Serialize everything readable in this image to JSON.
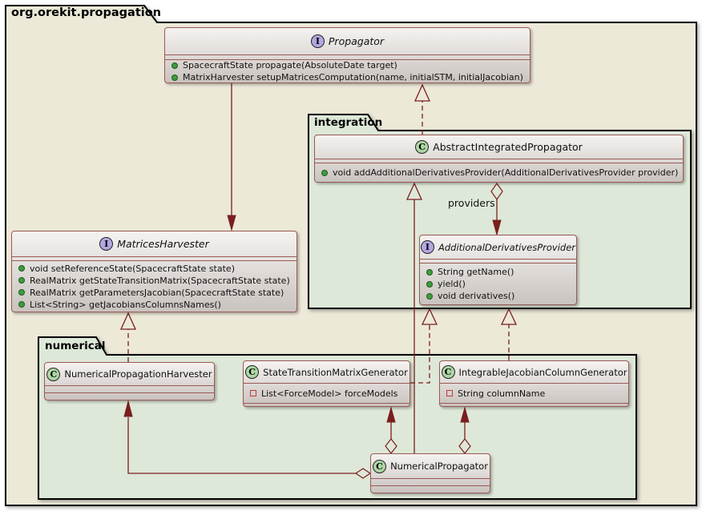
{
  "colors": {
    "page_bg": "#FFFFFF",
    "outer_package_bg": "#ECE9D8",
    "inner_package_bg": "#DEE8D8",
    "package_border": "#000000",
    "class_border": "#9A5A55",
    "class_bg_top": "#F5F2F0",
    "class_bg_bottom": "#C9C3BF",
    "relation": "#7B1E1E",
    "interface_icon_bg": "#B4A7E2",
    "class_icon_bg": "#ADD6A5",
    "method_marker": "#3E9C3E",
    "field_marker_border": "#C03A3A"
  },
  "packages": {
    "root": {
      "label": "org.orekit.propagation"
    },
    "integration": {
      "label": "integration"
    },
    "numerical": {
      "label": "numerical"
    }
  },
  "icons": {
    "interface_letter": "I",
    "class_letter": "C"
  },
  "classes": {
    "propagator": {
      "kind": "interface",
      "name": "Propagator",
      "methods": [
        "SpacecraftState propagate(AbsoluteDate target)",
        "MatrixHarvester setupMatricesComputation(name, initialSTM, initialJacobian)"
      ]
    },
    "matrices_harvester": {
      "kind": "interface",
      "name": "MatricesHarvester",
      "methods": [
        "void setReferenceState(SpacecraftState state)",
        "RealMatrix getStateTransitionMatrix(SpacecraftState state)",
        "RealMatrix getParametersJacobian(SpacecraftState state)",
        "List<String> getJacobiansColumnsNames()"
      ]
    },
    "abstract_integrated_propagator": {
      "kind": "class",
      "name": "AbstractIntegratedPropagator",
      "methods": [
        "void addAdditionalDerivativesProvider(AdditionalDerivativesProvider provider)"
      ]
    },
    "additional_derivatives_provider": {
      "kind": "interface",
      "name": "AdditionalDerivativesProvider",
      "methods": [
        "String getName()",
        "yield()",
        "void derivatives()"
      ]
    },
    "numerical_propagation_harvester": {
      "kind": "class",
      "name": "NumericalPropagationHarvester"
    },
    "state_transition_matrix_generator": {
      "kind": "class",
      "name": "StateTransitionMatrixGenerator",
      "fields": [
        "List<ForceModel> forceModels"
      ]
    },
    "integrable_jacobian_column_generator": {
      "kind": "class",
      "name": "IntegrableJacobianColumnGenerator",
      "fields": [
        "String columnName"
      ]
    },
    "numerical_propagator": {
      "kind": "class",
      "name": "NumericalPropagator"
    }
  },
  "relations": {
    "providers_label": "providers"
  }
}
